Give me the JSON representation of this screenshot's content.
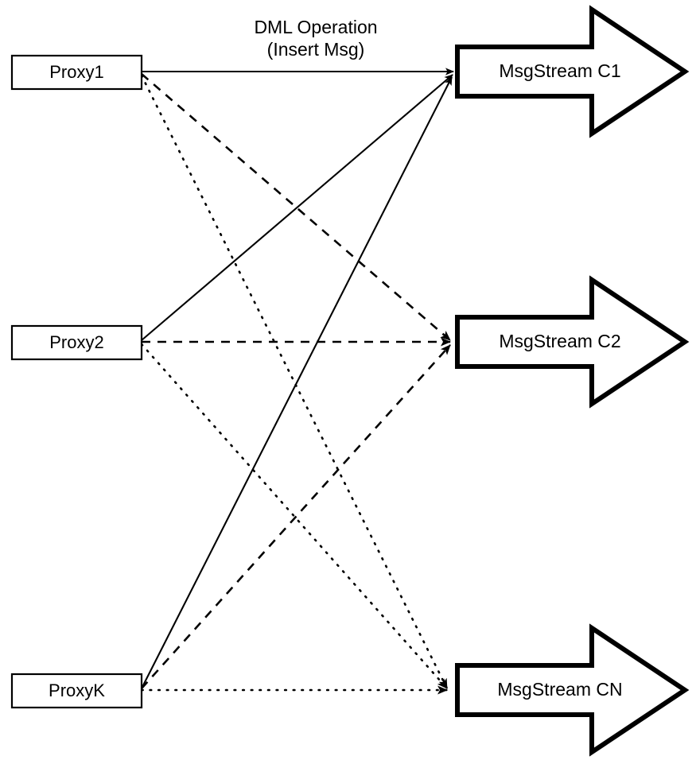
{
  "diagram": {
    "title_annotation": {
      "line1": "DML Operation",
      "line2": "(Insert Msg)"
    },
    "colors": {
      "background": "#ffffff",
      "stroke": "#000000",
      "fill": "#ffffff"
    },
    "proxies": [
      {
        "id": "proxy1",
        "label": "Proxy1"
      },
      {
        "id": "proxy2",
        "label": "Proxy2"
      },
      {
        "id": "proxyk",
        "label": "ProxyK"
      }
    ],
    "streams": [
      {
        "id": "c1",
        "label": "MsgStream C1"
      },
      {
        "id": "c2",
        "label": "MsgStream C2"
      },
      {
        "id": "cn",
        "label": "MsgStream CN"
      }
    ],
    "edges": [
      {
        "id": "p1-c1",
        "from": "Proxy1",
        "to": "MsgStream C1",
        "style": "solid"
      },
      {
        "id": "p1-c2",
        "from": "Proxy1",
        "to": "MsgStream C2",
        "style": "dashed"
      },
      {
        "id": "p1-cn",
        "from": "Proxy1",
        "to": "MsgStream CN",
        "style": "dotted"
      },
      {
        "id": "p2-c1",
        "from": "Proxy2",
        "to": "MsgStream C1",
        "style": "solid"
      },
      {
        "id": "p2-c2",
        "from": "Proxy2",
        "to": "MsgStream C2",
        "style": "dashed"
      },
      {
        "id": "p2-cn",
        "from": "Proxy2",
        "to": "MsgStream CN",
        "style": "dotted"
      },
      {
        "id": "pk-c1",
        "from": "ProxyK",
        "to": "MsgStream C1",
        "style": "solid"
      },
      {
        "id": "pk-c2",
        "from": "ProxyK",
        "to": "MsgStream C2",
        "style": "dashed"
      },
      {
        "id": "pk-cn",
        "from": "ProxyK",
        "to": "MsgStream CN",
        "style": "dotted"
      }
    ]
  }
}
